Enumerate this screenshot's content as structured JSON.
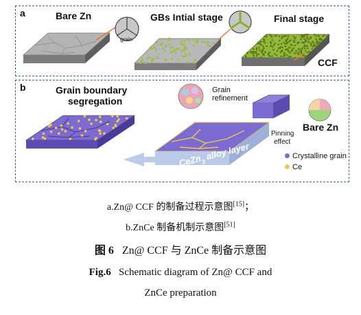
{
  "panel_a": {
    "label": "a",
    "bare_zn": "Bare Zn",
    "grain": "grain",
    "gbs_initial": "GBs Intial stage",
    "final_stage": "Final stage",
    "ccf": "CCF"
  },
  "panel_b": {
    "label": "b",
    "gb_seg_line1": "Grain boundary",
    "gb_seg_line2": "segregation",
    "grain_ref_line1": "Grain",
    "grain_ref_line2": "refinement",
    "pinning_line1": "Pinning",
    "pinning_line2": "effect",
    "bare_zn": "Bare Zn",
    "cezn_prefix": "CeZn",
    "cezn_sub": "3",
    "cezn_suffix": " alloy layer",
    "legend_crystalline": "Crystalline grain",
    "legend_ce": "Ce"
  },
  "colors": {
    "border": "#3c5f9e",
    "zn_gray": "#9a9a9a",
    "ccf_green": "#9ac23c",
    "purple": "#7c6bd0",
    "ce_yellow": "#f2c84a",
    "arrow_orange": "#e8743b"
  },
  "caption": {
    "sub_a_text": "a.Zn@ CCF 的制备过程示意图",
    "sub_a_ref": "[15]",
    "sub_a_end": "；",
    "sub_b_text": "b.ZnCe 制备机制示意图",
    "sub_b_ref": "[51]",
    "fig_cn_label": "图 6",
    "fig_cn_title": "Zn@ CCF 与 ZnCe 制备示意图",
    "fig_en_label": "Fig.6",
    "fig_en_title_line1": "Schematic diagram of Zn@ CCF and",
    "fig_en_title_line2": "ZnCe preparation"
  }
}
